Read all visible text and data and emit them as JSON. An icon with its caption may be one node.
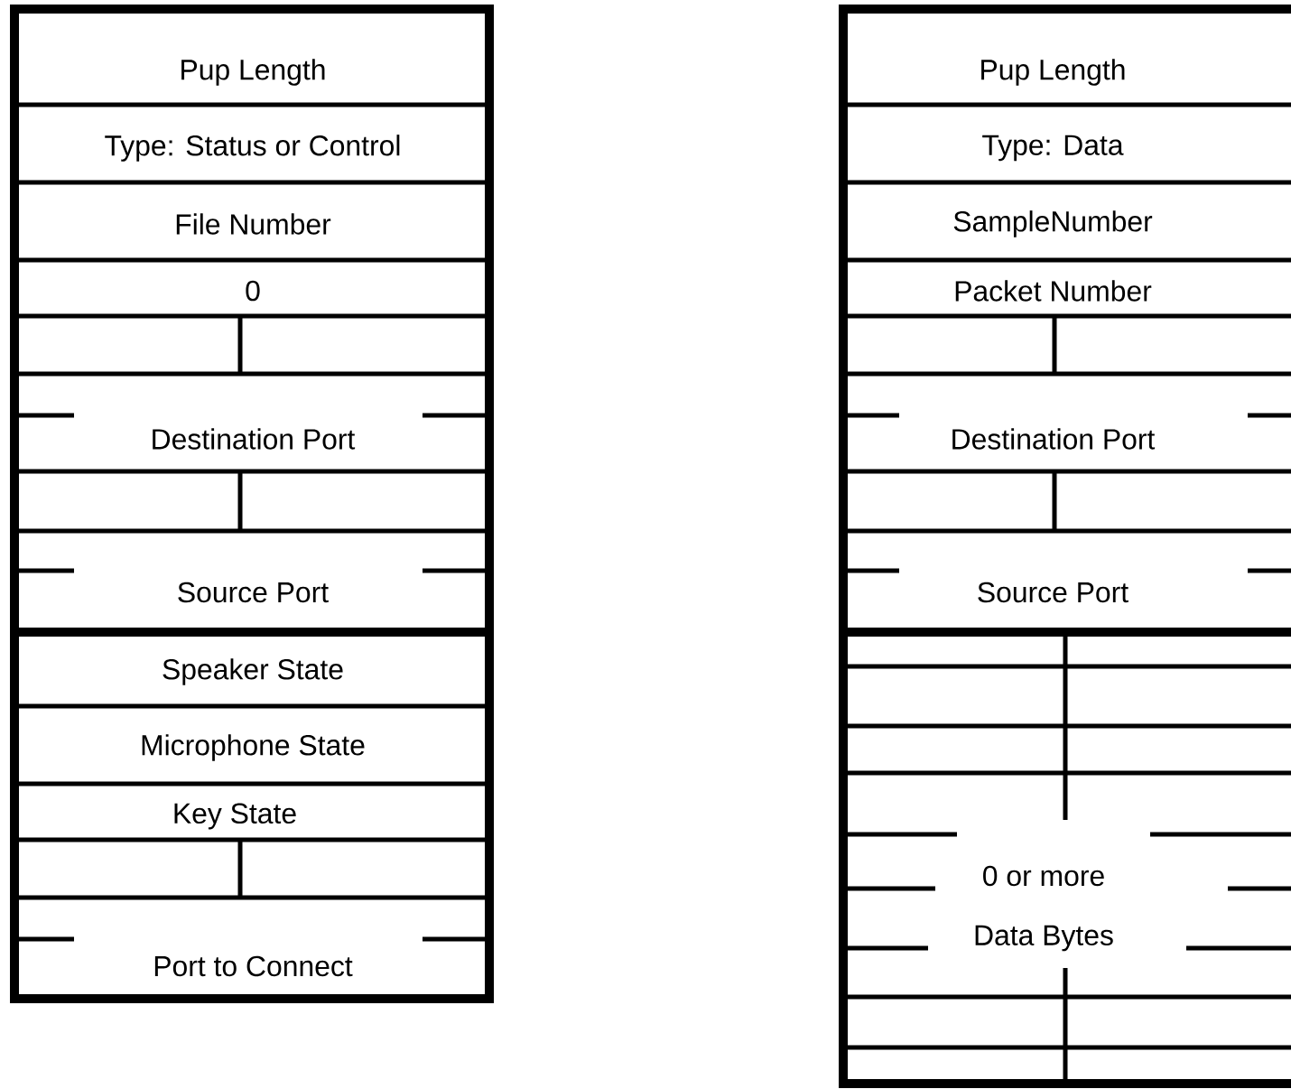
{
  "diagram": {
    "nodes": [
      {
        "text": [],
        "shape": "box"
      },
      {
        "text": [
          "Pup Length"
        ],
        "in": 0
      },
      {
        "text": [
          "Type: Status or Control"
        ],
        "in": 0
      },
      {
        "text": [
          "File Number"
        ],
        "in": 0
      },
      {
        "text": [
          "0"
        ],
        "in": 0
      },
      {
        "text": [
          "Destination Port"
        ],
        "in": 0
      },
      {
        "text": [
          "Source Port"
        ],
        "in": 0
      },
      {
        "text": [
          "Speaker State"
        ],
        "in": 0
      },
      {
        "text": [
          "Microphone State"
        ],
        "in": 0
      },
      {
        "text": [
          "Key State"
        ],
        "in": 0
      },
      {
        "text": [
          "Port to Connect"
        ],
        "in": 0
      },
      {
        "text": [],
        "shape": "box"
      },
      {
        "text": [
          "Pup Length"
        ],
        "in": 11
      },
      {
        "text": [
          "Type: Data"
        ],
        "in": 11
      },
      {
        "text": [
          "SampleNumber"
        ],
        "in": 11
      },
      {
        "text": [
          "Packet Number"
        ],
        "in": 11
      },
      {
        "text": [
          "Destination Port"
        ],
        "in": 11
      },
      {
        "text": [
          "Source Port"
        ],
        "in": 11
      },
      {
        "text": [
          "0 or more",
          "Data Bytes"
        ],
        "in": 11
      }
    ]
  }
}
